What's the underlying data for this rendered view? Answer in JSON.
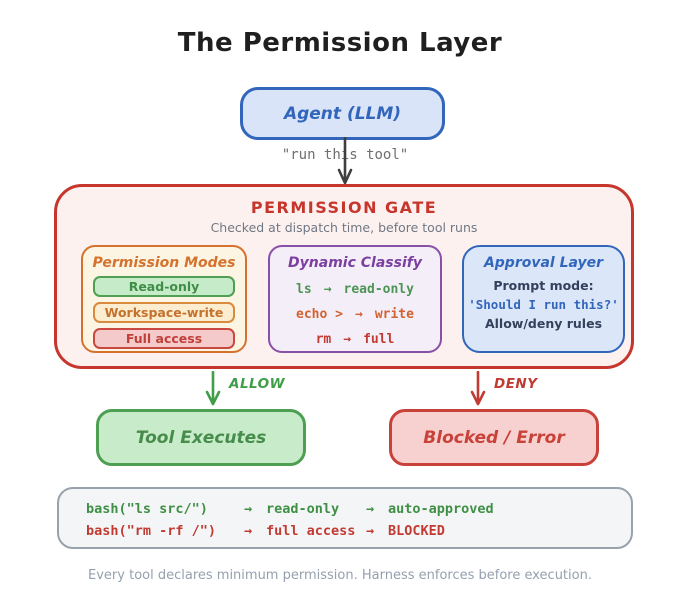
{
  "title": "The Permission Layer",
  "agent": {
    "label": "Agent (LLM)"
  },
  "dispatch": {
    "label": "\"run this tool\""
  },
  "gate": {
    "title": "PERMISSION GATE",
    "subtitle": "Checked at dispatch time, before tool runs",
    "permission_modes": {
      "title": "Permission Modes",
      "modes": [
        {
          "label": "Read-only"
        },
        {
          "label": "Workspace-write"
        },
        {
          "label": "Full access"
        }
      ]
    },
    "dynamic_classify": {
      "title": "Dynamic Classify",
      "rows": [
        {
          "cmd": "ls",
          "arrow": "→",
          "result": "read-only"
        },
        {
          "cmd": "echo >",
          "arrow": "→",
          "result": "write"
        },
        {
          "cmd": "rm",
          "arrow": "→",
          "result": "full"
        }
      ]
    },
    "approval_layer": {
      "title": "Approval Layer",
      "line1": "Prompt mode:",
      "line2": "'Should I run this?'",
      "line3": "Allow/deny rules"
    }
  },
  "branches": {
    "allow_label": "ALLOW",
    "deny_label": "DENY"
  },
  "outcomes": {
    "allow": "Tool Executes",
    "deny": "Blocked / Error"
  },
  "examples": {
    "rows": [
      {
        "cmd": "bash(\"ls src/\")",
        "a1": "→",
        "perm": "read-only",
        "a2": "→",
        "result": "auto-approved"
      },
      {
        "cmd": "bash(\"rm -rf /\")",
        "a1": "→",
        "perm": "full access",
        "a2": "→",
        "result": "BLOCKED"
      }
    ]
  },
  "footer": "Every tool declares minimum permission. Harness enforces before execution.",
  "colors": {
    "agent_blue": "#3166bb",
    "gate_red": "#c6362c",
    "modes_orange": "#d4722e",
    "classify_purple": "#7b3fa0",
    "allow_green": "#3f9e47",
    "deny_red": "#c23b33",
    "readonly_green": "#3f8d46",
    "write_orange": "#c4712b",
    "full_red": "#c13f38"
  }
}
